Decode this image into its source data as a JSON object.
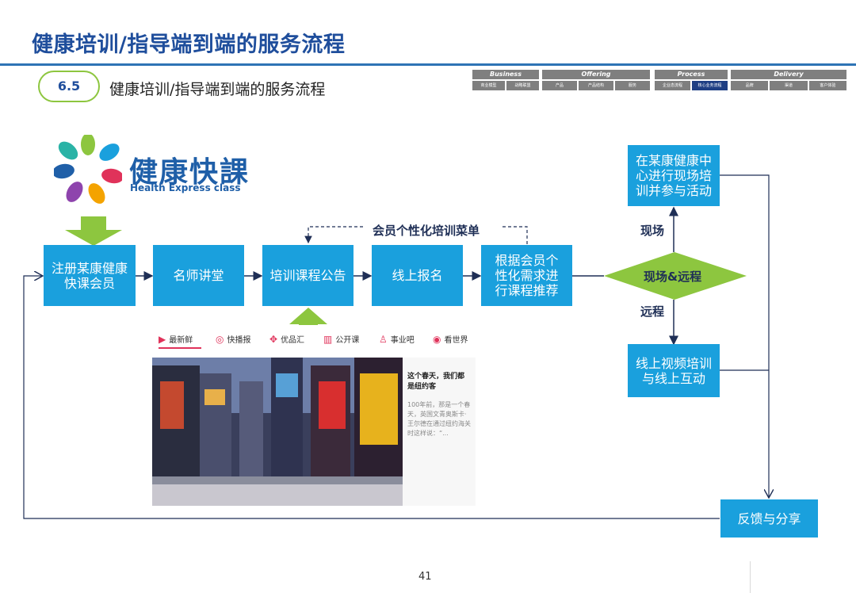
{
  "page": {
    "title": "健康培训/指导端到端的服务流程",
    "section_number": "6.5",
    "section_title": "健康培训/指导端到端的服务流程",
    "page_number": "41"
  },
  "nav": {
    "groups": [
      {
        "name": "Business",
        "items": [
          "商业模型",
          "战略联盟"
        ]
      },
      {
        "name": "Offering",
        "items": [
          "产品",
          "产品结构",
          "服务"
        ]
      },
      {
        "name": "Process",
        "items": [
          "企业态流程",
          "核心业务流程"
        ]
      },
      {
        "name": "Delivery",
        "items": [
          "品牌",
          "渠道",
          "客户体验"
        ]
      }
    ],
    "active_item": "核心业务流程"
  },
  "logo": {
    "name": "健康快課",
    "tagline": "Health Express class"
  },
  "flow": {
    "steps": [
      "注册某康健康快课会员",
      "名师讲堂",
      "培训课程公告",
      "线上报名",
      "根据会员个性化需求进行课程推荐"
    ],
    "decision": "现场&远程",
    "onsite_label": "现场",
    "remote_label": "远程",
    "onsite_box": "在某康健康中心进行现场培训并参与活动",
    "remote_box": "线上视频培训与线上互动",
    "feedback_box": "反馈与分享",
    "dashed_label": "会员个性化培训菜单"
  },
  "app_preview": {
    "tabs": [
      {
        "icon": "play-icon",
        "label": "最新鲜"
      },
      {
        "icon": "broadcast-icon",
        "label": "快播报"
      },
      {
        "icon": "grid-icon",
        "label": "优品汇"
      },
      {
        "icon": "book-icon",
        "label": "公开课"
      },
      {
        "icon": "person-icon",
        "label": "事业吧"
      },
      {
        "icon": "globe-icon",
        "label": "看世界"
      }
    ],
    "article_title": "这个春天，我们都是纽约客",
    "article_body": "100年前，那是一个春天，英国文青奥斯卡·王尔德在通过纽约海关时这样说：“..."
  },
  "colors": {
    "box": "#1aa0dd",
    "title": "#1f4e9c",
    "decision": "#8dc63f",
    "arrow_green": "#8dc63f",
    "line": "#1f2f56"
  }
}
